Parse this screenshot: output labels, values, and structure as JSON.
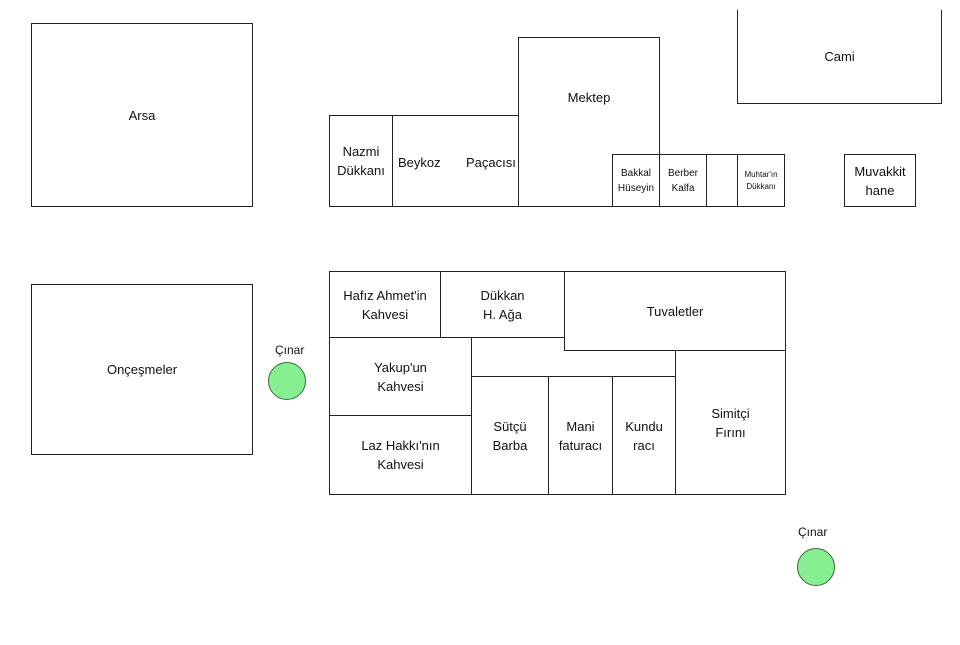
{
  "blocks": {
    "arsa": "Arsa",
    "cami": "Cami",
    "mektep": "Mektep",
    "nazmi": "Nazmi\nDükkanı",
    "beykoz": "Beykoz",
    "pacacisi": "Paçacısı",
    "bakkal": "Bakkal\nHüseyin",
    "berber": "Berber\nKalfa",
    "muhtar": "Muhtar'ın\nDükkanı",
    "muvakkit": "Muvakkit\nhane",
    "oncesmeler": "Onçeşmeler",
    "hafiz": "Hafız Ahmet'in\nKahvesi",
    "dukkan_aga": "Dükkan\nH. Ağa",
    "tuvaletler": "Tuvaletler",
    "yakup": "Yakup'un\nKahvesi",
    "laz": "Laz Hakkı'nın\nKahvesi",
    "sutcu": "Sütçü\nBarba",
    "mani": "Mani\nfaturacı",
    "kundu": "Kundu\nracı",
    "simitci": "Simitçi\nFırını"
  },
  "trees": {
    "left_label": "Çınar",
    "right_label": "Çınar",
    "fill_color": "#86ef8f"
  }
}
